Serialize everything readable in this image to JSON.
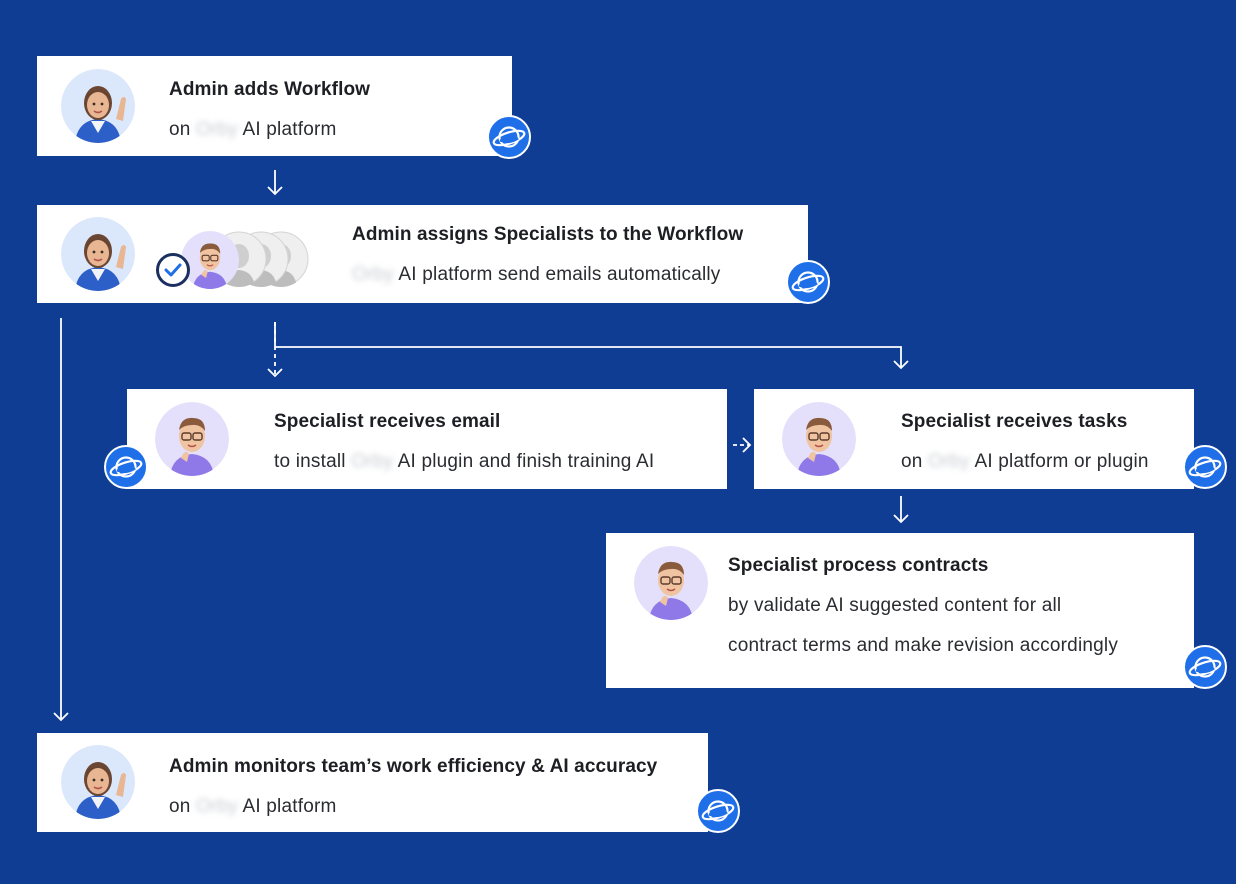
{
  "colors": {
    "background": "#0e3d93",
    "card": "#ffffff",
    "badge": "#1f6fe8",
    "connector": "#ffffff"
  },
  "steps": [
    {
      "title": "Admin adds Workflow",
      "sub_prefix": "on",
      "blurred": "Orby",
      "sub_suffix": "AI platform",
      "avatar": "admin-avatar-icon"
    },
    {
      "title": "Admin assigns Specialists to the Workflow",
      "sub_prefix": "",
      "blurred": "Orby",
      "sub_suffix": "AI platform send emails automatically",
      "avatar": "admin-avatar-icon"
    },
    {
      "title": "Specialist receives email",
      "sub_prefix": "to install",
      "blurred": "Orby",
      "sub_suffix": "AI plugin and finish training AI",
      "avatar": "specialist-avatar-icon"
    },
    {
      "title": "Specialist receives tasks",
      "sub_prefix": "on",
      "blurred": "Orby",
      "sub_suffix": "AI platform or plugin",
      "avatar": "specialist-avatar-icon"
    },
    {
      "title": "Specialist process contracts",
      "sub_line1": "by validate AI suggested content for all",
      "sub_line2": "contract terms and make revision accordingly",
      "avatar": "specialist-avatar-icon"
    },
    {
      "title": "Admin monitors team’s work efficiency & AI accuracy",
      "sub_prefix": "on",
      "blurred": "Orby",
      "sub_suffix": "AI platform",
      "avatar": "admin-avatar-icon"
    }
  ],
  "badge_icon": "planet-icon"
}
